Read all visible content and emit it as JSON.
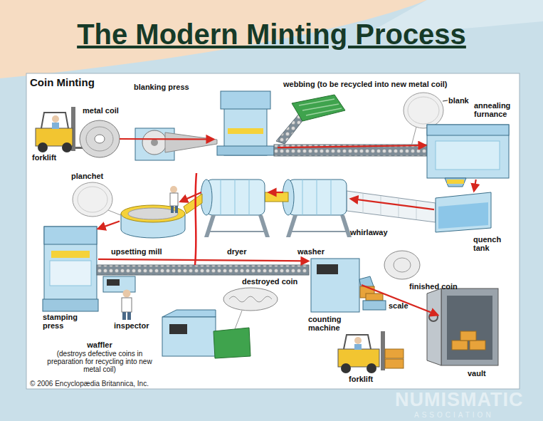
{
  "diagram": {
    "title": "The Modern Minting Process",
    "nodes": [
      {
        "text": [
          "metal coil"
        ]
      },
      {
        "text": [
          "blanking press"
        ]
      },
      {
        "text": [
          "annealing furnance"
        ]
      },
      {
        "text": [
          "quench tank"
        ]
      },
      {
        "text": [
          "washer"
        ]
      },
      {
        "text": [
          "dryer"
        ]
      },
      {
        "text": [
          "upsetting mill"
        ]
      },
      {
        "text": [
          "stamping press"
        ]
      },
      {
        "text": [
          "counting machine"
        ]
      },
      {
        "text": [
          "vault"
        ]
      },
      {
        "text": [
          "waffler",
          "(destroys defective coins in preparation for recycling into new metal coil)"
        ]
      }
    ],
    "edges": [
      {
        "from": 0,
        "to": 1,
        "arrow": "to"
      },
      {
        "from": 1,
        "to": 2,
        "arrow": "to"
      },
      {
        "from": 2,
        "to": 3,
        "arrow": "to"
      },
      {
        "from": 3,
        "to": 4,
        "arrow": "to"
      },
      {
        "from": 4,
        "to": 5,
        "arrow": "to"
      },
      {
        "from": 5,
        "to": 6,
        "arrow": "to"
      },
      {
        "from": 6,
        "to": 7,
        "arrow": "to"
      },
      {
        "from": 7,
        "to": 8,
        "arrow": "to"
      },
      {
        "from": 8,
        "to": 9,
        "arrow": "to"
      }
    ],
    "labels": [
      "Coin Minting",
      "webbing (to be recycled into new metal coil)",
      "blank",
      "forklift",
      "planchet",
      "whirlaway",
      "inspector",
      "destroyed coin",
      "finished coin",
      "scale",
      "forklift",
      "© 2006 Encyclopædia Britannica, Inc.",
      "NUMISMATIC",
      "ASSOCIATION"
    ]
  }
}
